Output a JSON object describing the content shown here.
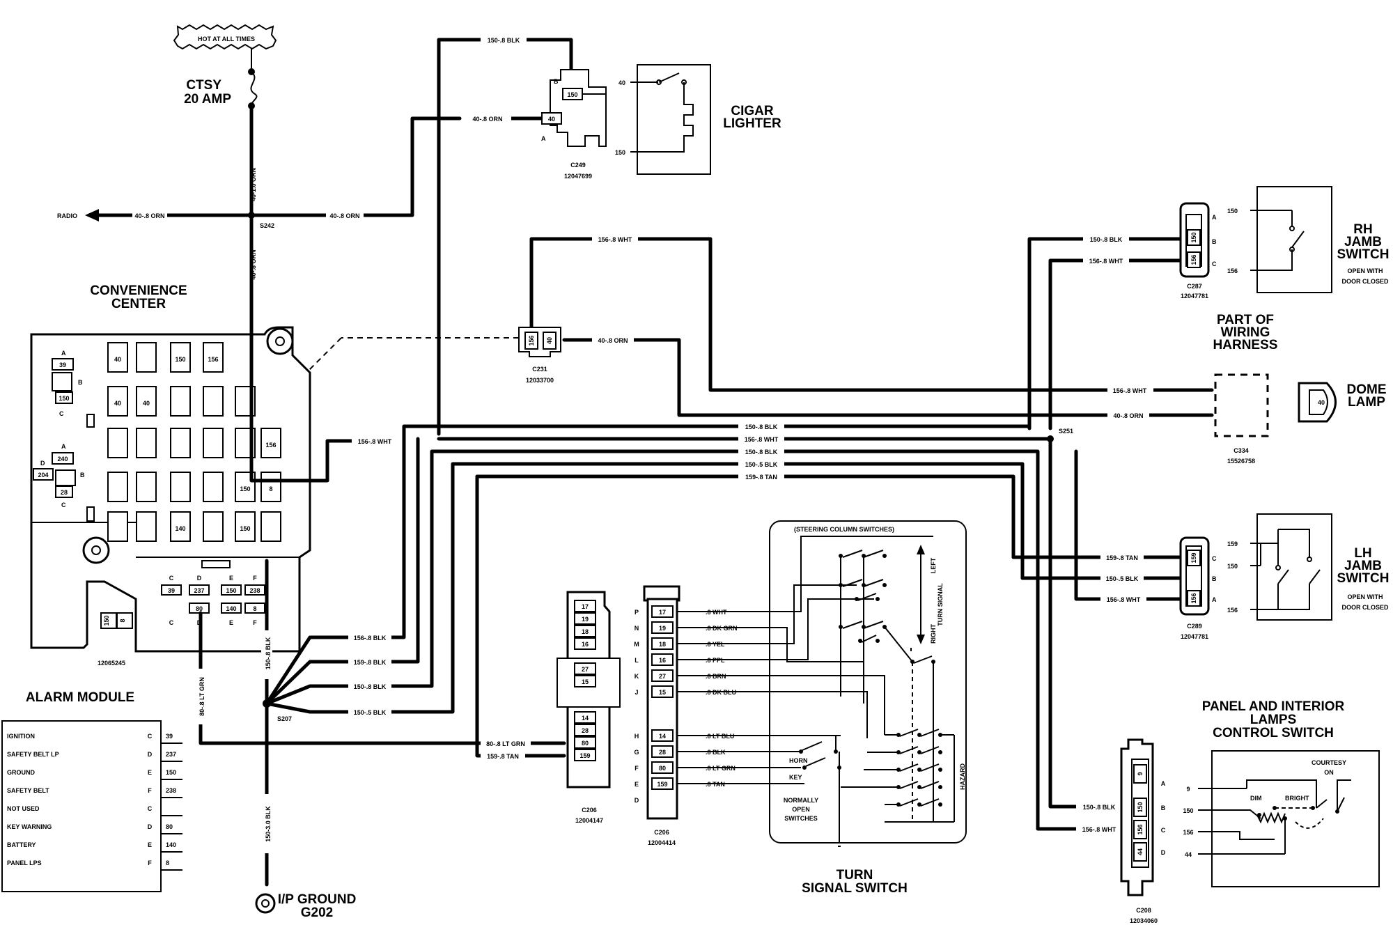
{
  "titles": {
    "hot_at_all_times": "HOT AT ALL TIMES",
    "fuse_line1": "CTSY",
    "fuse_line2": "20 AMP",
    "convenience_center_line1": "CONVENIENCE",
    "convenience_center_line2": "CENTER",
    "convenience_center_part": "12065245",
    "cigar_lighter_line1": "CIGAR",
    "cigar_lighter_line2": "LIGHTER",
    "rh_jamb_line1": "RH",
    "rh_jamb_line2": "JAMB",
    "rh_jamb_line3": "SWITCH",
    "rh_jamb_note1": "OPEN WITH",
    "rh_jamb_note2": "DOOR CLOSED",
    "lh_jamb_line1": "LH",
    "lh_jamb_line2": "JAMB",
    "lh_jamb_line3": "SWITCH",
    "lh_jamb_note1": "OPEN WITH",
    "lh_jamb_note2": "DOOR CLOSED",
    "harness_line1": "PART OF",
    "harness_line2": "WIRING",
    "harness_line3": "HARNESS",
    "dome_line1": "DOME",
    "dome_line2": "LAMP",
    "alarm_module": "ALARM MODULE",
    "turn_signal_line1": "TURN",
    "turn_signal_line2": "SIGNAL SWITCH",
    "steering_column": "(STEERING COLUMN SWITCHES)",
    "panel_line1": "PANEL AND INTERIOR",
    "panel_line2": "LAMPS",
    "panel_line3": "CONTROL SWITCH",
    "ip_ground_line1": "I/P GROUND",
    "ip_ground_line2": "G202",
    "radio": "RADIO"
  },
  "splices": {
    "s242": "S242",
    "s207": "S207",
    "s251": "S251"
  },
  "connectors": {
    "c249": {
      "name": "C249",
      "part": "12047699"
    },
    "c231": {
      "name": "C231",
      "part": "12033700"
    },
    "c287": {
      "name": "C287",
      "part": "12047781"
    },
    "c334": {
      "name": "C334",
      "part": "15526758"
    },
    "c289": {
      "name": "C289",
      "part": "12047781"
    },
    "c206a": {
      "name": "C206",
      "part": "12004147"
    },
    "c206b": {
      "name": "C206",
      "part": "12004414"
    },
    "c208": {
      "name": "C208",
      "part": "12034060"
    }
  },
  "wire_labels": {
    "w150_blk_top": "150-.8 BLK",
    "w40_orn_cigar": "40-.8 ORN",
    "w40_orn_radio": "40-.8 ORN",
    "w40_orn_main": "40-.8 ORN",
    "w40_1_orn": "40-1.0 ORN",
    "w40_8_orn_vert": "40-.8 ORN",
    "w156_wht_top": "156-.8 WHT",
    "w40_orn_c231": "40-.8 ORN",
    "w150_blk_rh": "150-.8 BLK",
    "w156_wht_rh": "156-.8 WHT",
    "w156_wht_dome": "156-.8 WHT",
    "w40_orn_dome": "40-.8 ORN",
    "w150_blk_bus1": "150-.8 BLK",
    "w156_wht_bus": "156-.8 WHT",
    "w150_blk_bus2": "150-.8 BLK",
    "w150_5_blk_bus": "150-.5 BLK",
    "w159_tan_bus": "159-.8 TAN",
    "w156_wht_cc": "156-.8 WHT",
    "w159_tan_lh": "159-.8 TAN",
    "w150_5_blk_lh": "150-.5 BLK",
    "w156_wht_lh": "156-.8 WHT",
    "w156_blk_s207": "156-.8 BLK",
    "w159_blk_s207": "159-.8 BLK",
    "w150_blk_s207": "150-.8 BLK",
    "w150_5_blk_s207": "150-.5 BLK",
    "w150_8_blk_vert": "150-.8 BLK",
    "w150_3_blk_vert": "150-3.0 BLK",
    "w80_lt_grn_vert": "80-.8 LT GRN",
    "w80_lt_grn": "80-.8 LT GRN",
    "w159_tan_c206": "159-.8 TAN",
    "w150_blk_c208": "150-.8 BLK",
    "w156_wht_c208": "156-.8 WHT"
  },
  "c206_pins": {
    "letters": [
      "P",
      "N",
      "M",
      "L",
      "K",
      "J",
      "H",
      "G",
      "F",
      "E",
      "D"
    ],
    "numbers": [
      "17",
      "19",
      "18",
      "16",
      "27",
      "15",
      "14",
      "28",
      "80",
      "159"
    ],
    "wires": [
      ".8 WHT",
      ".8 DK GRN",
      ".8 YEL",
      ".8 PPL",
      ".8 BRN",
      ".8 DK BLU",
      ".8 LT BLU",
      ".8 BLK",
      ".8 LT GRN",
      ".8 TAN"
    ]
  },
  "c206a_pins": [
    "17",
    "19",
    "18",
    "16",
    "27",
    "15",
    "14",
    "28",
    "80",
    "159"
  ],
  "turn_signal_labels": {
    "left": "LEFT",
    "turn_signal": "TURN SIGNAL",
    "right": "RIGHT",
    "hazard": "HAZARD",
    "horn": "HORN",
    "key": "KEY",
    "normally_open_1": "NORMALLY",
    "normally_open_2": "OPEN",
    "normally_open_3": "SWITCHES"
  },
  "alarm_rows": [
    {
      "name": "IGNITION",
      "pin": "C",
      "circuit": "39"
    },
    {
      "name": "SAFETY BELT LP",
      "pin": "D",
      "circuit": "237"
    },
    {
      "name": "GROUND",
      "pin": "E",
      "circuit": "150"
    },
    {
      "name": "SAFETY BELT",
      "pin": "F",
      "circuit": "238"
    },
    {
      "name": "NOT USED",
      "pin": "C",
      "circuit": ""
    },
    {
      "name": "KEY WARNING",
      "pin": "D",
      "circuit": "80"
    },
    {
      "name": "BATTERY",
      "pin": "E",
      "circuit": "140"
    },
    {
      "name": "PANEL LPS",
      "pin": "F",
      "circuit": "8"
    }
  ],
  "panel_switch": {
    "courtesy_1": "COURTESY",
    "courtesy_2": "ON",
    "dim": "DIM",
    "bright": "BRIGHT",
    "circuits": [
      "9",
      "150",
      "156",
      "44"
    ],
    "pins": [
      "A",
      "B",
      "C",
      "D"
    ],
    "c208_cells": [
      "9",
      "150",
      "156",
      "44"
    ]
  },
  "cigar": {
    "pin_b": "B",
    "pin_a": "A",
    "cell_150": "150",
    "cell_40": "40",
    "term_40": "40",
    "term_150": "150"
  },
  "c231_cells": [
    "156",
    "40"
  ],
  "rh_switch": {
    "pins": [
      "A",
      "B",
      "C"
    ],
    "cells": [
      "150",
      "156"
    ],
    "term_150": "150",
    "term_156": "156"
  },
  "lh_switch": {
    "pins": [
      "C",
      "B",
      "A"
    ],
    "cells": [
      "159",
      "156"
    ],
    "term_159": "159",
    "term_150": "150",
    "term_156": "156"
  },
  "dome_cell": "40",
  "cc": {
    "cell_39": "39",
    "cell_150": "150",
    "cell_240": "240",
    "cell_204": "204",
    "cell_28": "28",
    "letters_a": "A",
    "letters_b": "B",
    "letters_c": "C",
    "letters_d": "D",
    "fuse_40a": "40",
    "fuse_40b": "40",
    "fuse_40c": "40",
    "fuse_150a": "150",
    "fuse_156a": "156",
    "fuse_156b": "156",
    "fuse_150b": "150",
    "fuse_8": "8",
    "fuse_150c": "150",
    "fuse_140": "140",
    "bottom_cells": [
      "39",
      "237",
      "150",
      "238",
      "80",
      "140",
      "8"
    ],
    "bottom_letters": [
      "C",
      "D",
      "E",
      "F",
      "C",
      "D",
      "E",
      "F"
    ],
    "alarm_small": [
      "150",
      "8"
    ]
  }
}
